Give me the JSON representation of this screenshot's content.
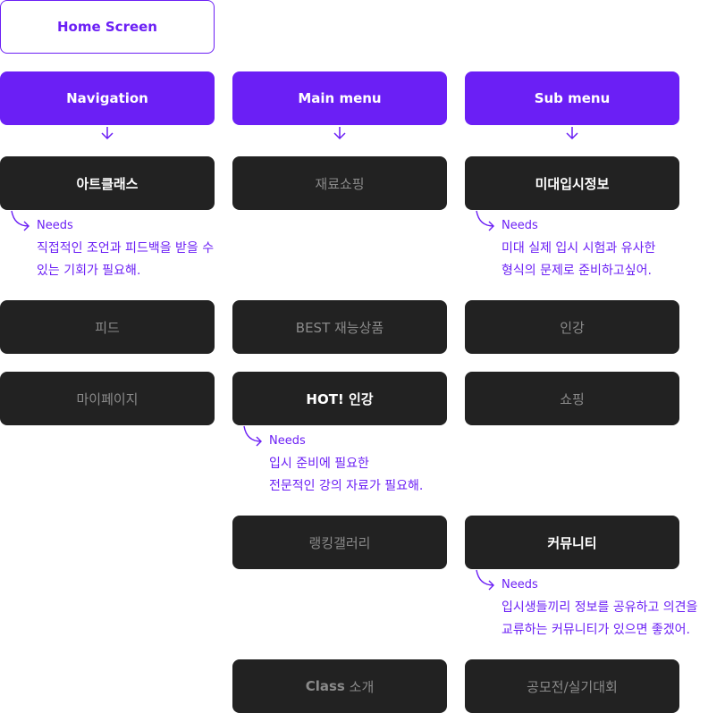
{
  "home": {
    "label": "Home Screen"
  },
  "columns": {
    "navigation": {
      "header": "Navigation",
      "items": [
        "아트클래스",
        "피드",
        "마이페이지"
      ]
    },
    "main": {
      "header": "Main menu",
      "items": [
        "재료쇼핑",
        "BEST 재능상품",
        "HOT! 인강",
        "랭킹갤러리",
        "소개"
      ],
      "class_prefix": "Class"
    },
    "sub": {
      "header": "Sub menu",
      "items": [
        "미대입시정보",
        "인강",
        "쇼핑",
        "커뮤니티",
        "공모전/실기대회"
      ]
    }
  },
  "notes": {
    "needs_label": "Needs",
    "artclass": [
      "직접적인 조언과 피드백을 받을 수",
      "있는 기회가 필요해."
    ],
    "entrance": [
      "미대 실제 입시 시험과 유사한",
      "형식의 문제로 준비하고싶어."
    ],
    "hotlecture": [
      "입시 준비에 필요한",
      "전문적인 강의 자료가 필요해."
    ],
    "community": [
      "입시생들끼리 정보를 공유하고 의견을",
      "교류하는 커뮤니티가 있으면 좋겠어."
    ]
  },
  "colors": {
    "accent": "#6b1ff5",
    "dark_box": "#222222",
    "muted_text": "#8a8a8a"
  }
}
